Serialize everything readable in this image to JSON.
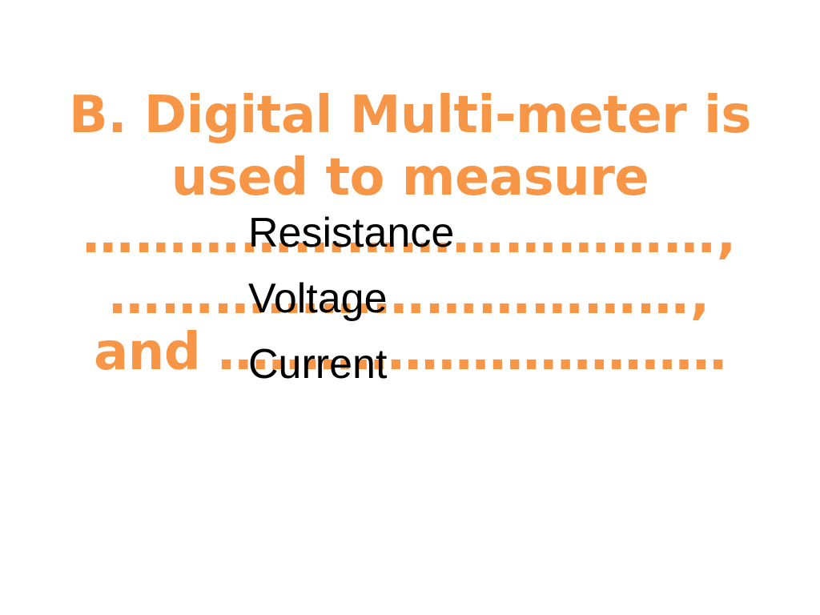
{
  "slide": {
    "title_lines": [
      "B. Digital Multi-meter is",
      "used to measure",
      "………………………………,",
      "……………………………,",
      "and …………………………"
    ],
    "answers": [
      "Resistance",
      "Voltage",
      "Current"
    ]
  },
  "colors": {
    "title": "#F79646",
    "answers": "#000000",
    "background": "#FFFFFF"
  }
}
